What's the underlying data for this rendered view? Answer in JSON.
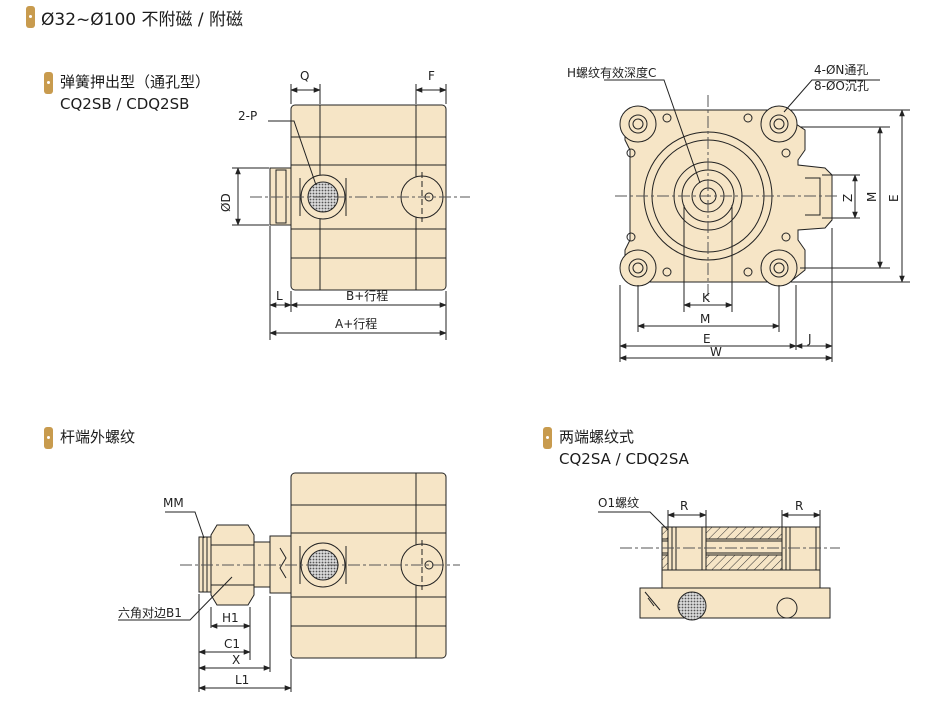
{
  "header": {
    "title": "Ø32~Ø100 不附磁 / 附磁"
  },
  "sections": {
    "spring_extend": {
      "title": "弹簧押出型（通孔型）",
      "models": "CQ2SB / CDQ2SB"
    },
    "rod_thread": {
      "title": "杆端外螺纹"
    },
    "both_thread": {
      "title": "两端螺纹式",
      "models": "CQ2SA / CDQ2SA"
    }
  },
  "labels": {
    "Q": "Q",
    "F": "F",
    "port": "2-P",
    "D": "ØD",
    "L": "L",
    "B_stroke": "B+行程",
    "A_stroke": "A+行程",
    "H_thread": "H螺纹有效深度C",
    "N_hole": "4-ØN通孔",
    "O_counter": "8-ØO沉孔",
    "Z": "Z",
    "M_side": "M",
    "E_side": "E",
    "K": "K",
    "M_bottom": "M",
    "E_bottom": "E",
    "J": "J",
    "W": "W",
    "MM": "MM",
    "B1": "六角对边B1",
    "H1": "H1",
    "C1": "C1",
    "X": "X",
    "L1": "L1",
    "O1": "O1螺纹",
    "R_left": "R",
    "R_right": "R"
  },
  "colors": {
    "body": "#f6e5c6",
    "accent": "#c89b4e",
    "line": "#222222"
  }
}
